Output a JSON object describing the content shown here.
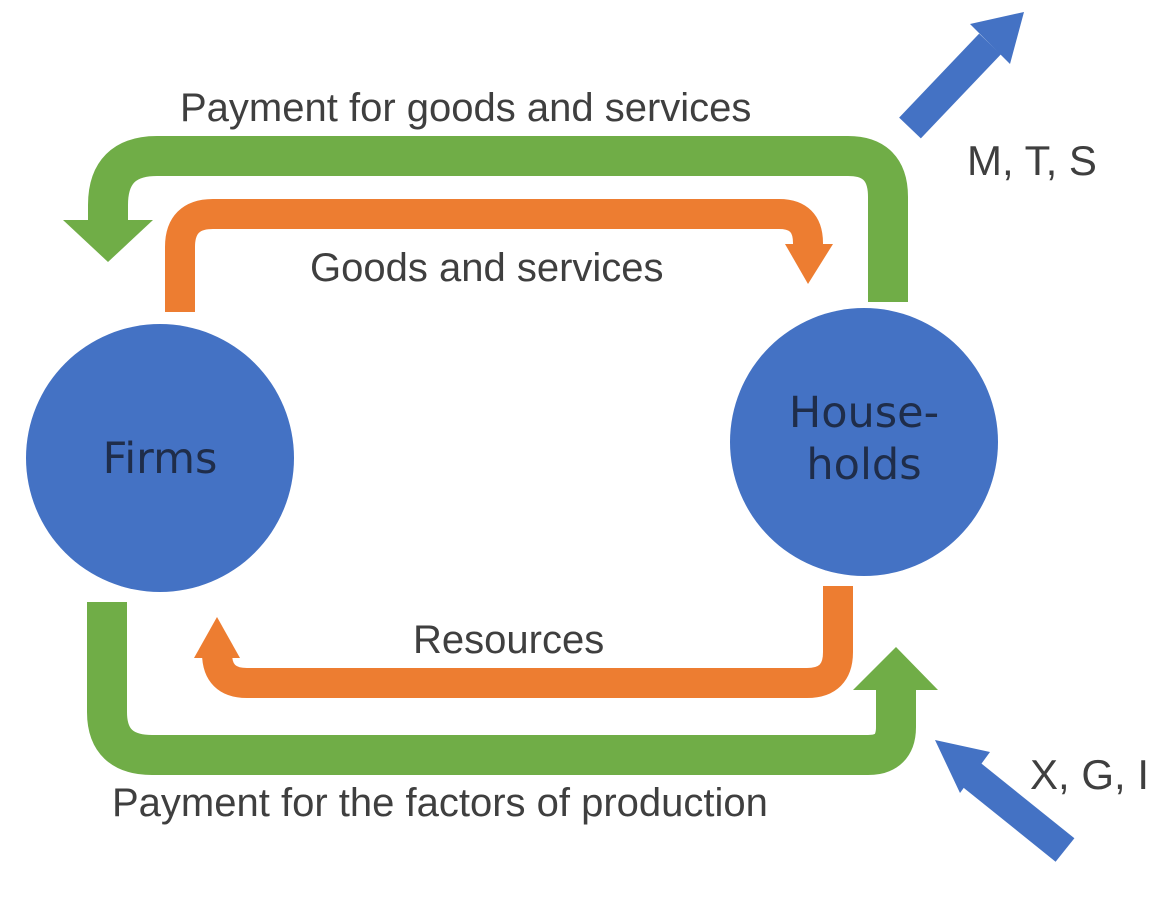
{
  "nodes": {
    "firms": {
      "label": "Firms"
    },
    "households": {
      "label_line1": "House-",
      "label_line2": "holds"
    }
  },
  "flows": {
    "payment_goods": "Payment for goods and services",
    "goods_services": "Goods and services",
    "resources": "Resources",
    "payment_factors": "Payment for the factors of production"
  },
  "leakages": {
    "label": "M, T, S"
  },
  "injections": {
    "label": "X, G, I"
  },
  "colors": {
    "node_fill": "#4472c4",
    "money_flow": "#70ad47",
    "real_flow": "#ed7d31",
    "leak_inject_arrow": "#4472c4",
    "text": "#3f3f3f"
  }
}
